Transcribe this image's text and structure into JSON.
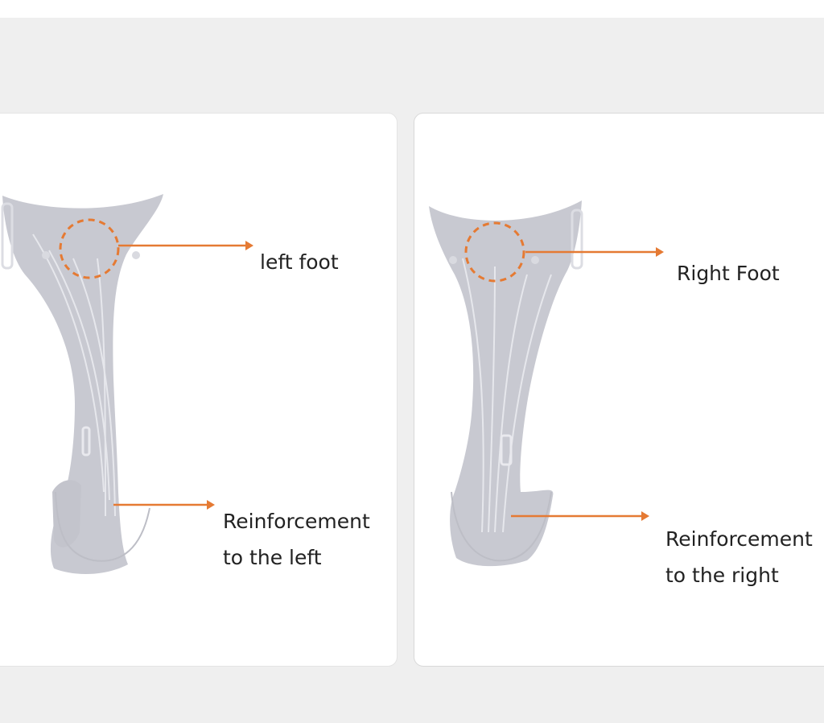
{
  "panels": {
    "left": {
      "foot_label": "left foot",
      "reinforcement_line1": "Reinforcement",
      "reinforcement_line2": "to the left"
    },
    "right": {
      "foot_label": "Right Foot",
      "reinforcement_line1": "Reinforcement",
      "reinforcement_line2": "to the right"
    }
  },
  "colors": {
    "background": "#efefef",
    "card": "#ffffff",
    "brace": "#c9c9d1",
    "brace_highlight": "#e8e8ee",
    "arrow": "#e57a33",
    "text": "#222222"
  },
  "icons": {
    "brace": "ankle-brace-illustration",
    "marker": "dashed-circle-marker",
    "arrow": "right-arrow"
  }
}
